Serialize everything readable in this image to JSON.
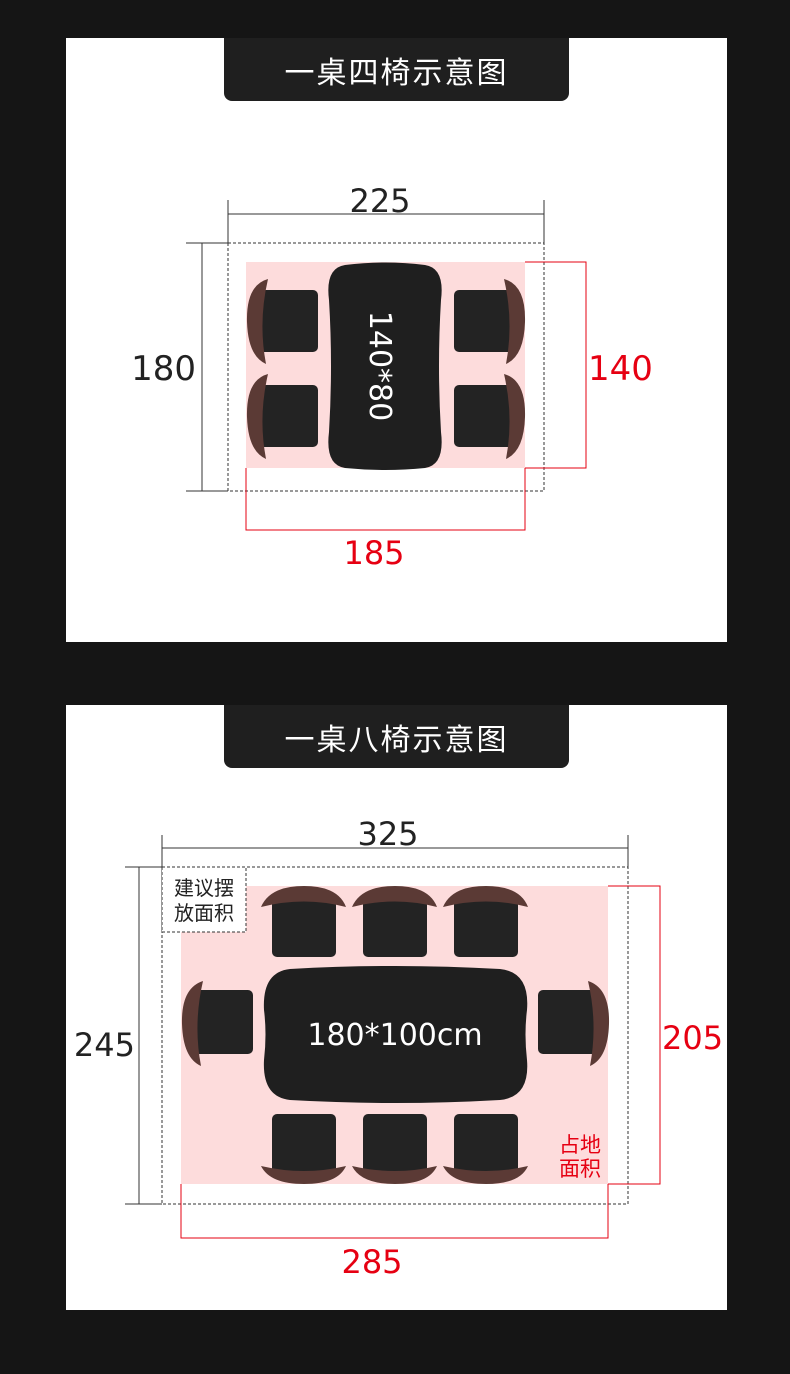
{
  "colors": {
    "page_background": "#151515",
    "panel": "#ffffff",
    "title_tab": "#1f1f1f",
    "table": "#1f1f1f",
    "chair_seat": "#232323",
    "chair_back": "#5b3a35",
    "footprint_area": "#fddcdc",
    "accent_red": "#e60012",
    "dim_line": "#333333"
  },
  "diagrams": [
    {
      "title": "一桌四椅示意图",
      "table_size_label": "140*80",
      "overall_width": "225",
      "overall_depth": "180",
      "footprint_width": "185",
      "footprint_depth": "140"
    },
    {
      "title": "一桌八椅示意图",
      "table_size_label": "180*100cm",
      "overall_width": "325",
      "overall_depth": "245",
      "footprint_width": "285",
      "footprint_depth": "205",
      "suggested_area_label": [
        "建议摆",
        "放面积"
      ],
      "footprint_area_label": [
        "占地",
        "面积"
      ]
    }
  ]
}
